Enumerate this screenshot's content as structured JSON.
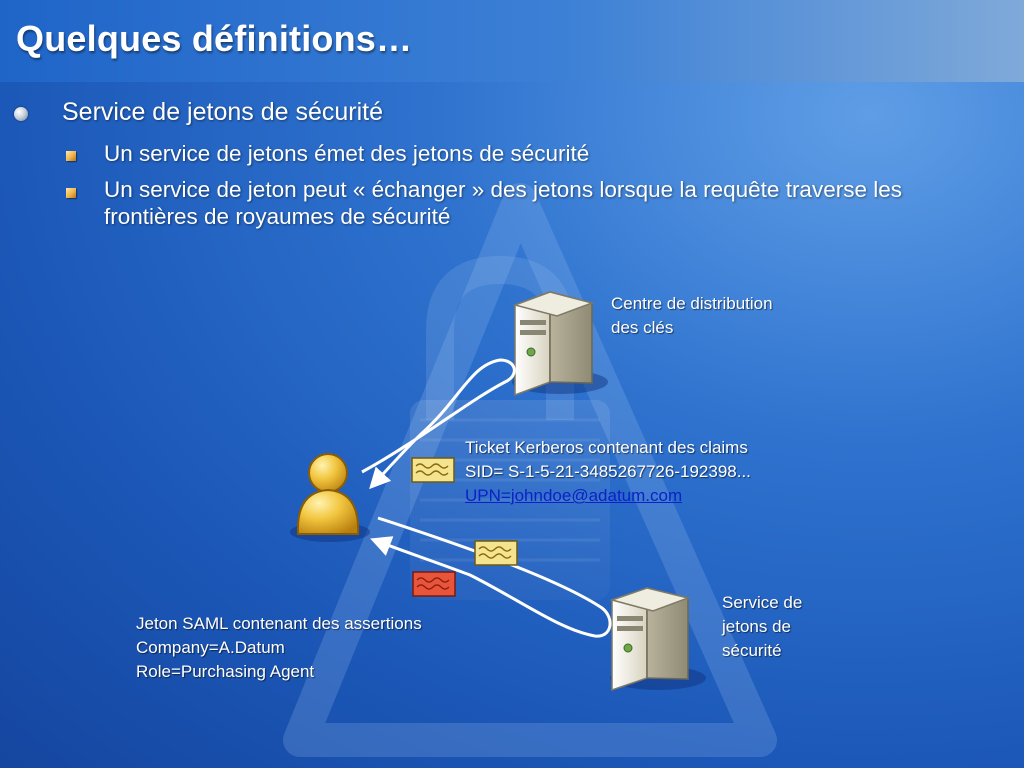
{
  "slide": {
    "title": "Quelques définitions…",
    "bullets": {
      "level1": "Service de jetons de sécurité",
      "level2": [
        "Un service de jetons émet des jetons de sécurité",
        "Un service de jeton peut « échanger » des jetons lorsque la requête traverse les frontières de royaumes de sécurité"
      ]
    }
  },
  "diagram": {
    "kdc_label_lines": [
      "Centre de distribution",
      "des clés"
    ],
    "kerberos_ticket": {
      "line1": "Ticket Kerberos contenant des claims",
      "line2": "SID= S-1-5-21-3485267726-192398...",
      "line3": "UPN=johndoe@adatum.com"
    },
    "sts_label_lines": [
      "Service de",
      "jetons de",
      "sécurité"
    ],
    "saml_token": {
      "line1": "Jeton SAML contenant des assertions",
      "line2": "Company=A.Datum",
      "line3": "Role=Purchasing Agent"
    }
  },
  "colors": {
    "background": "#2f73cf",
    "text": "#ffffff",
    "link": "#0b22c8",
    "kerberos_token": "#f5e48f",
    "saml_token": "#e8553a"
  }
}
